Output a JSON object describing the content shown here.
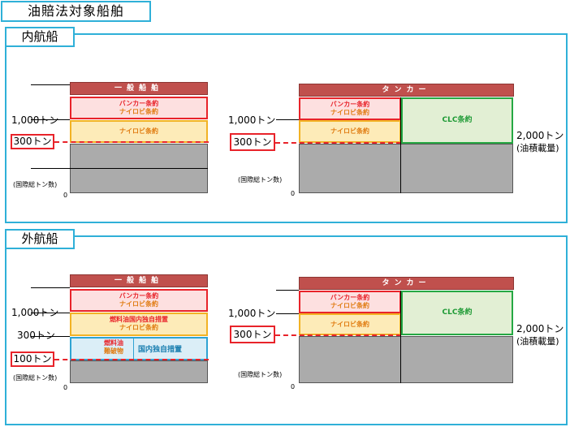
{
  "title": "油賠法対象船舶",
  "domestic": {
    "label": "内航船",
    "general": {
      "header": "一般船舶",
      "bunker": [
        "バンカー条約",
        "ナイロビ条約"
      ],
      "nairobi": "ナイロビ条約",
      "y_1000": "1,000トン",
      "y_300": "300トン",
      "y_unit": "(国際総トン数)",
      "zero": "0"
    },
    "tanker": {
      "header": "タンカー",
      "bunker": [
        "バンカー条約",
        "ナイロビ条約"
      ],
      "nairobi": "ナイロビ条約",
      "clc": "CLC条約",
      "y_1000": "1,000トン",
      "y_300": "300トン",
      "y_unit": "(国際総トン数)",
      "zero": "0",
      "right_2000": "2,000トン",
      "right_unit": "(油積載量)"
    }
  },
  "international": {
    "label": "外航船",
    "general": {
      "header": "一般船舶",
      "bunker": [
        "バンカー条約",
        "ナイロビ条約"
      ],
      "fuel_domestic": [
        "燃料油国内独自措置",
        "ナイロビ条約"
      ],
      "fuel_oil": [
        "燃料油",
        "難破物"
      ],
      "domestic_measure": "国内独自措置",
      "y_1000": "1,000トン",
      "y_300": "300トン",
      "y_100": "100トン",
      "y_unit": "(国際総トン数)",
      "zero": "0"
    },
    "tanker": {
      "header": "タンカー",
      "bunker": [
        "バンカー条約",
        "ナイロビ条約"
      ],
      "nairobi": "ナイロビ条約",
      "clc": "CLC条約",
      "y_1000": "1,000トン",
      "y_300": "300トン",
      "y_unit": "(国際総トン数)",
      "zero": "0",
      "right_2000": "2,000トン",
      "right_unit": "(油積載量)"
    }
  }
}
